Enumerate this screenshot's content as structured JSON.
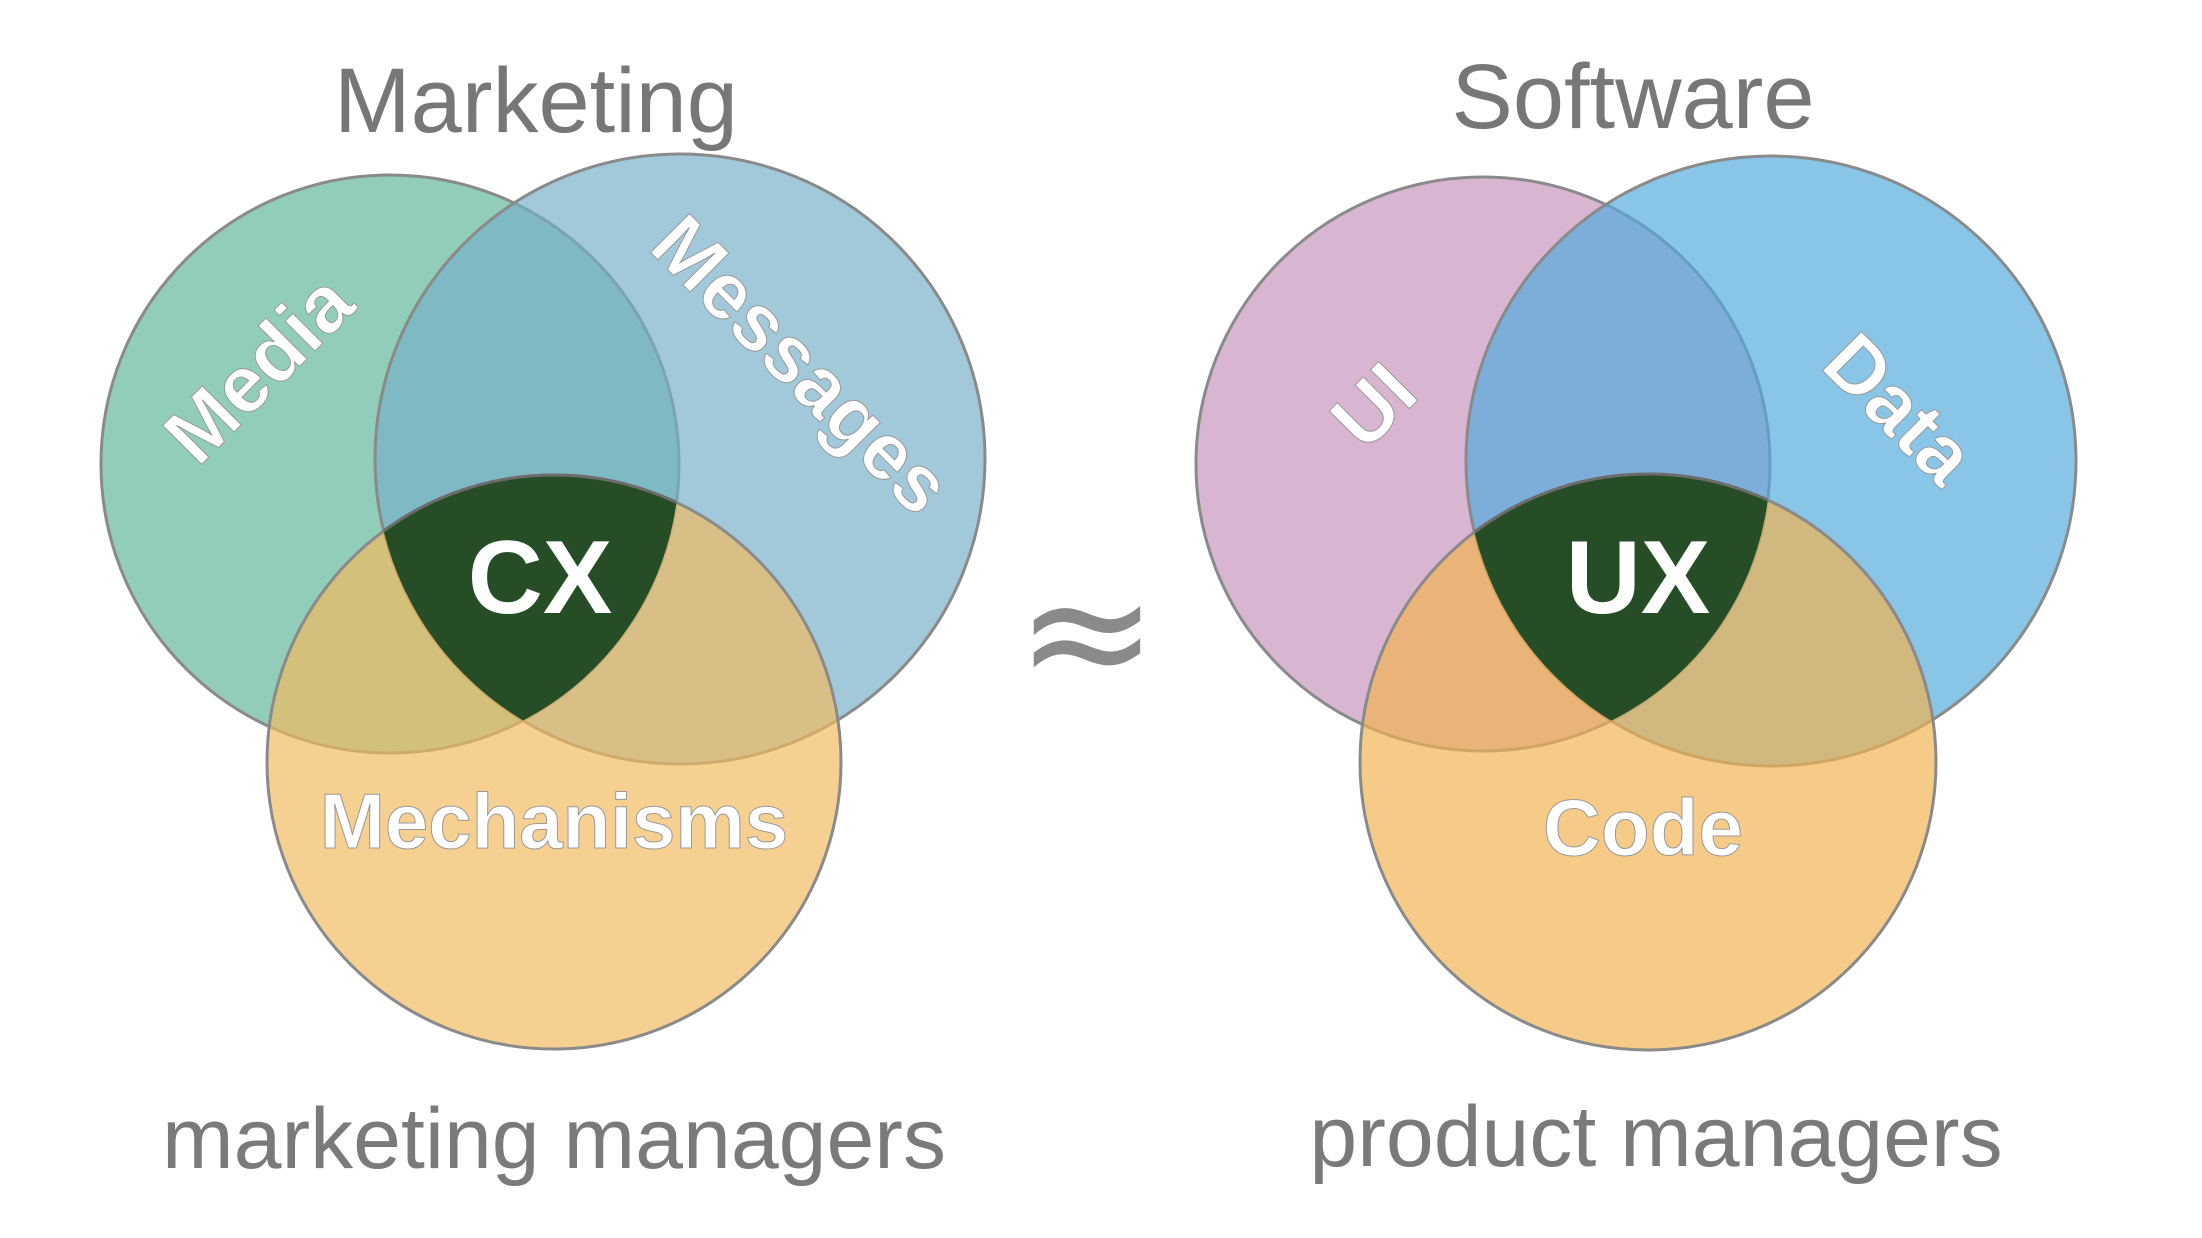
{
  "symbol": "≈",
  "colors": {
    "title_text": "#777777",
    "caption_text": "#7a7a7a",
    "center_fill": "#264d26",
    "label_text": "#ffffff",
    "background": "#ffffff"
  },
  "marketing": {
    "title": "Marketing",
    "caption": "marketing managers",
    "center": "CX",
    "circles": [
      {
        "label": "Media",
        "color": "#5fb59a"
      },
      {
        "label": "Messages",
        "color": "#74b0c8"
      },
      {
        "label": "Mechanisms",
        "color": "#f1b95d"
      }
    ]
  },
  "software": {
    "title": "Software",
    "caption": "product managers",
    "center": "UX",
    "circles": [
      {
        "label": "UI",
        "color": "#c594bc"
      },
      {
        "label": "Data",
        "color": "#4fa9db"
      },
      {
        "label": "Code",
        "color": "#f2b24e"
      }
    ]
  }
}
